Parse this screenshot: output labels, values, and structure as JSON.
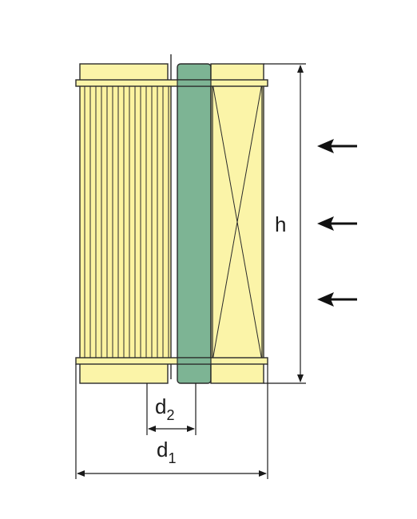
{
  "labels": {
    "h": "h",
    "d2_base": "d",
    "d2_sub": "2",
    "d1_base": "d",
    "d1_sub": "1"
  },
  "colors": {
    "cap": "#fbf4a8",
    "pleat_fill": "#fcf3a0",
    "core": "#7db494",
    "outline": "#2a2a2a",
    "dimension": "#1a1a1a",
    "arrow": "#111111"
  },
  "flow_arrows": {
    "count": 3,
    "direction": "left"
  }
}
